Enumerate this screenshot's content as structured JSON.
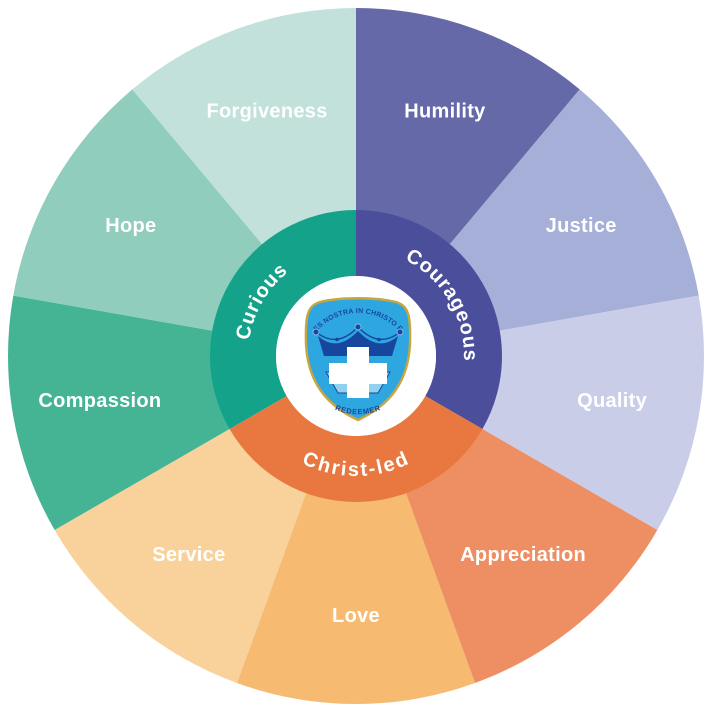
{
  "wheel": {
    "outer_segments": [
      {
        "label": "Humility",
        "color": "#6669A8",
        "start_angle": 0,
        "end_angle": 40
      },
      {
        "label": "Justice",
        "color": "#A5AFD8",
        "start_angle": 40,
        "end_angle": 80
      },
      {
        "label": "Quality",
        "color": "#CACDE8",
        "start_angle": 80,
        "end_angle": 120
      },
      {
        "label": "Appreciation",
        "color": "#EE8E63",
        "start_angle": 120,
        "end_angle": 160
      },
      {
        "label": "Love",
        "color": "#F6BA70",
        "start_angle": 160,
        "end_angle": 200
      },
      {
        "label": "Service",
        "color": "#F9D29B",
        "start_angle": 200,
        "end_angle": 240
      },
      {
        "label": "Compassion",
        "color": "#45B494",
        "start_angle": 240,
        "end_angle": 280
      },
      {
        "label": "Hope",
        "color": "#90CDBC",
        "start_angle": 280,
        "end_angle": 320
      },
      {
        "label": "Forgiveness",
        "color": "#C1E1DA",
        "start_angle": 320,
        "end_angle": 360
      }
    ],
    "inner_segments": [
      {
        "label": "Courageous",
        "color": "#4B4E9B",
        "start_angle": 0,
        "end_angle": 120,
        "text_direction": "clockwise"
      },
      {
        "label": "Christ-led",
        "color": "#E87840",
        "start_angle": 120,
        "end_angle": 240,
        "text_direction": "reversed"
      },
      {
        "label": "Curious",
        "color": "#14A38A",
        "start_angle": 240,
        "end_angle": 360,
        "text_direction": "clockwise"
      }
    ],
    "label_text_color": "#FFFFFF"
  },
  "crest": {
    "motto_text": "SPES NOSTRA IN CHRISTO EST",
    "bottom_text": "REDEEMER",
    "colors": {
      "shield": "#2EA7E0",
      "border_gold": "#C9A53E",
      "navy": "#17469E",
      "boat_light_blue": "#8FD2F0",
      "cross_white": "#FFFFFF",
      "emblem_gold": "#D8B84A",
      "jewel_outline": "#7FB8E8"
    }
  }
}
